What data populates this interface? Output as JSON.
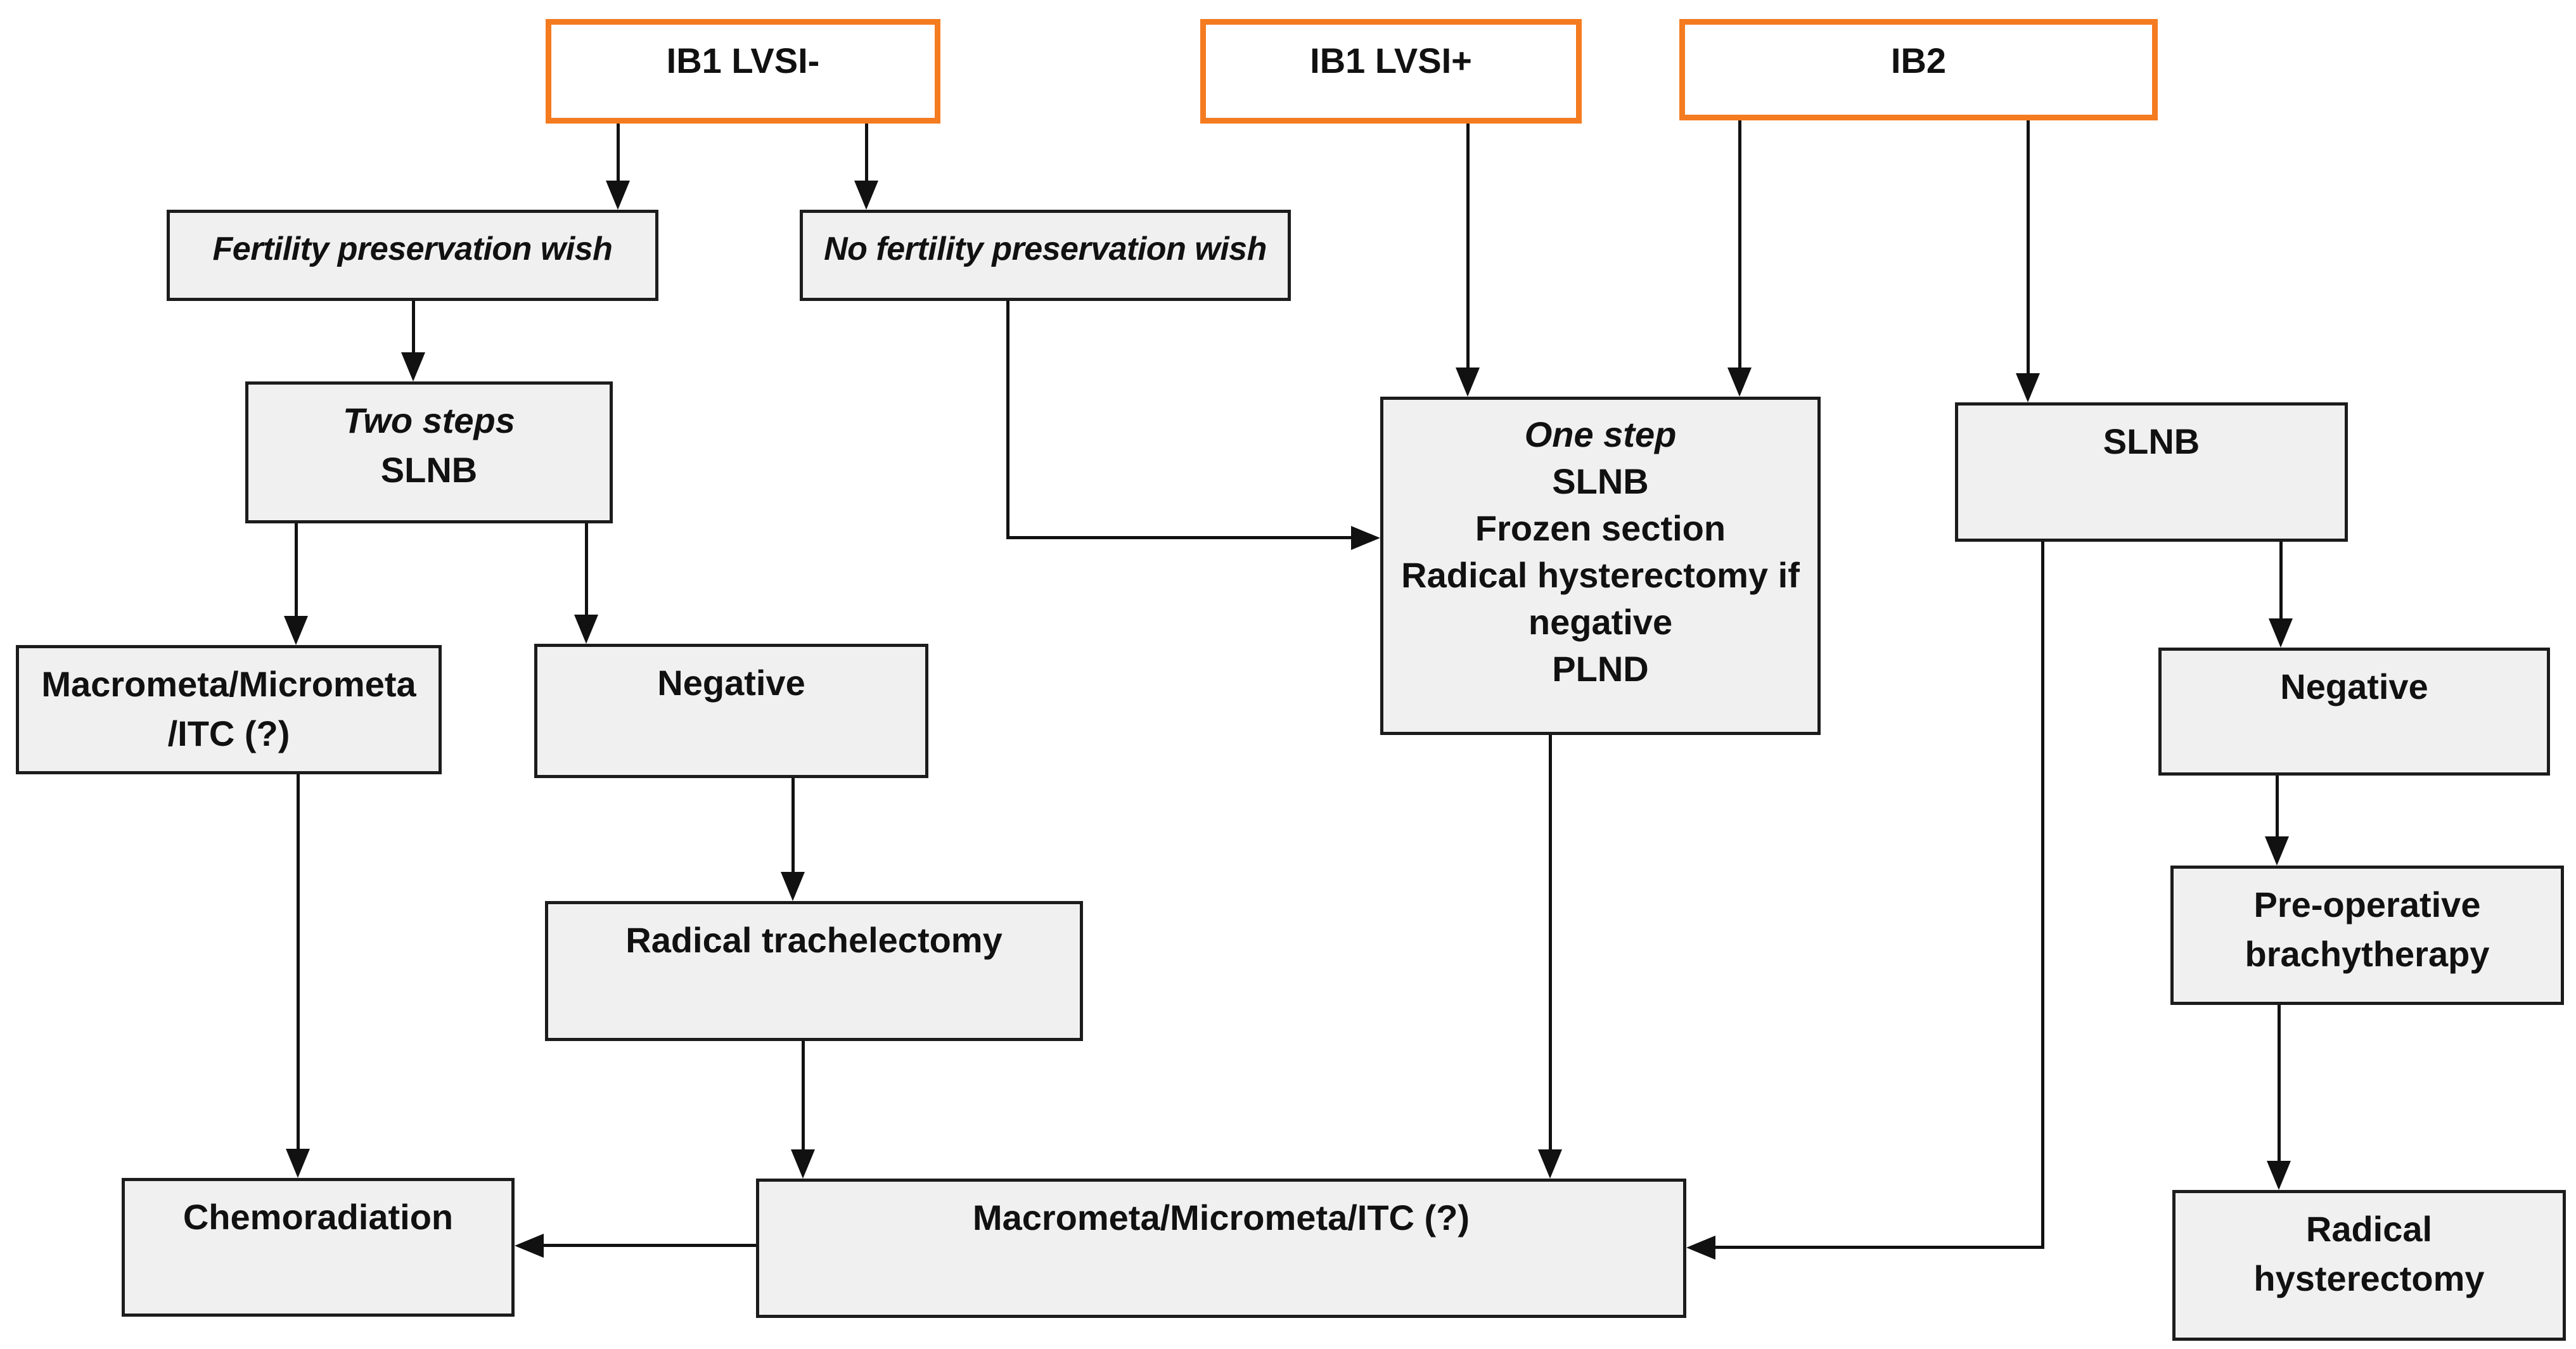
{
  "colors": {
    "stage_border": "#f47b20",
    "node_fill": "#f0f0f0",
    "node_border": "#1c1c1c",
    "connector": "#111111"
  },
  "stages": {
    "ib1_lvsi_neg": {
      "label": "IB1 LVSI-"
    },
    "ib1_lvsi_pos": {
      "label": "IB1 LVSI+"
    },
    "ib2": {
      "label": "IB2"
    }
  },
  "nodes": {
    "fertility_wish": {
      "label": "Fertility preservation wish"
    },
    "no_fertility_wish": {
      "label": "No fertility preservation wish"
    },
    "two_steps_slnb": {
      "lines": [
        "Two steps",
        "SLNB"
      ]
    },
    "macrometa_left": {
      "lines": [
        "Macrometa/Micrometa",
        "/ITC (?)"
      ]
    },
    "negative_left": {
      "label": "Negative"
    },
    "radical_trachelectomy": {
      "label": "Radical trachelectomy"
    },
    "one_step": {
      "lines": [
        "One step",
        "SLNB",
        "Frozen section",
        "Radical hysterectomy if",
        "negative",
        "PLND"
      ]
    },
    "slnb_right": {
      "label": "SLNB"
    },
    "negative_right": {
      "label": "Negative"
    },
    "preop_brachytherapy": {
      "lines": [
        "Pre-operative",
        "brachytherapy"
      ]
    },
    "radical_hysterectomy": {
      "lines": [
        "Radical",
        "hysterectomy"
      ]
    },
    "chemoradiation": {
      "label": "Chemoradiation"
    },
    "macrometa_bottom": {
      "label": "Macrometa/Micrometa/ITC (?)"
    }
  }
}
